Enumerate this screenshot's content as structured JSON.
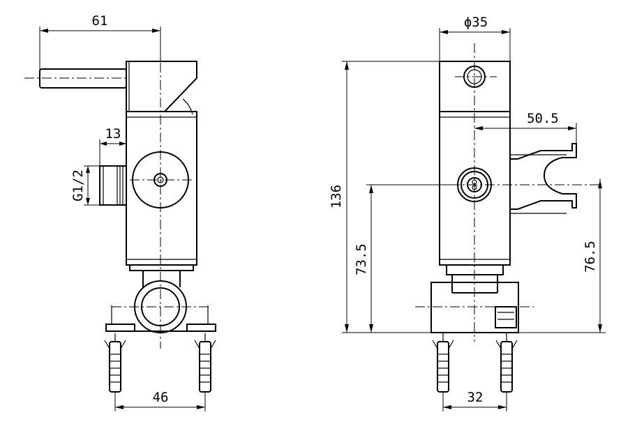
{
  "left_view": {
    "dims": {
      "width_61": "61",
      "inlet_13": "13",
      "thread": "G1/2",
      "bracket_46": "46"
    }
  },
  "right_view": {
    "dims": {
      "dia_35": "ϕ35",
      "holder_50_5": "50.5",
      "height_136": "136",
      "outlet_73_5": "73.5",
      "holder_76_5": "76.5",
      "bracket_32": "32"
    }
  }
}
